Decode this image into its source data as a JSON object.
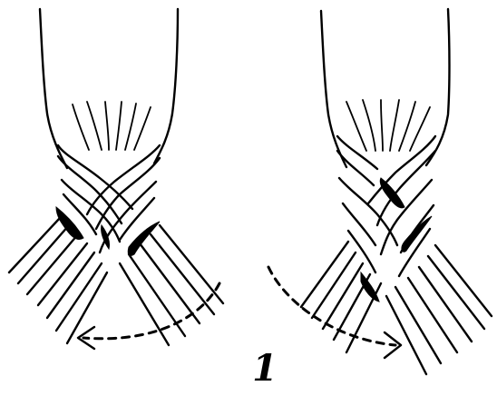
{
  "figure": {
    "step_number": "1",
    "panels": [
      {
        "id": "left",
        "arrow_direction": "right-to-left"
      },
      {
        "id": "right",
        "arrow_direction": "left-to-right"
      }
    ],
    "ink_color": "#000000",
    "background_color": "#ffffff"
  }
}
